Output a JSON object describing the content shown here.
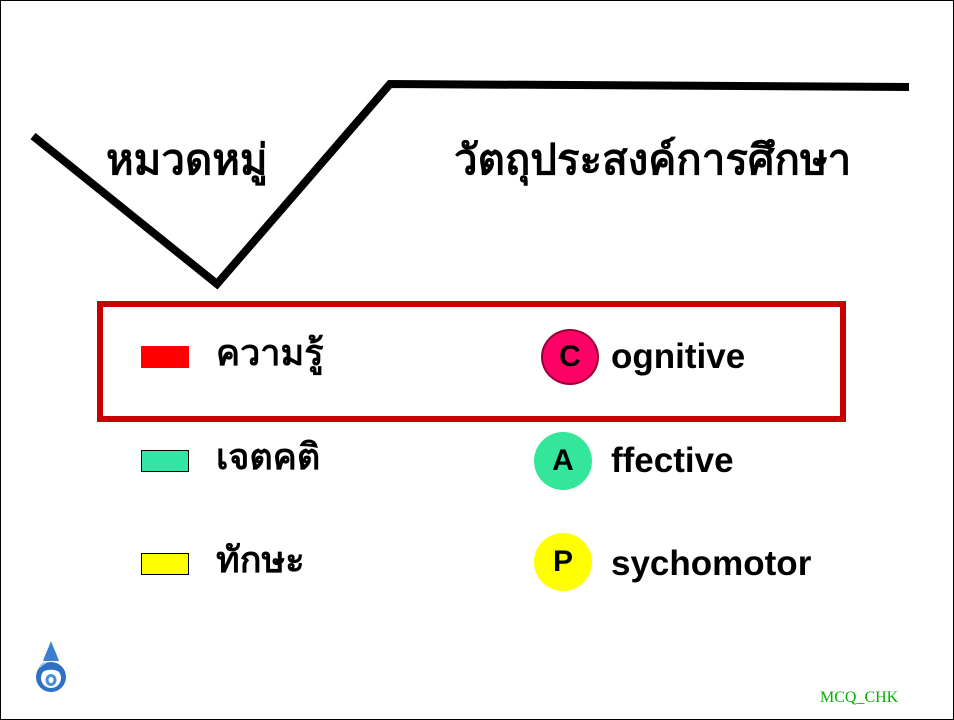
{
  "headings": {
    "left": "หมวดหมู่",
    "right": "วัตถุประสงค์การศึกษา"
  },
  "rows": [
    {
      "thai": "ความรู้",
      "letter": "C",
      "rest": "ognitive",
      "swatch_color": "#ff0000",
      "circle_color": "#ff0066"
    },
    {
      "thai": "เจตคติ",
      "letter": "A",
      "rest": "ffective",
      "swatch_color": "#33e6a6",
      "circle_color": "#33e699"
    },
    {
      "thai": "ทักษะ",
      "letter": "P",
      "rest": "sychomotor",
      "swatch_color": "#ffff00",
      "circle_color": "#ffff00"
    }
  ],
  "highlight_color": "#cc0000",
  "footer": {
    "tag": "MCQ_CHK",
    "logo": "droplet-emblem-icon"
  }
}
